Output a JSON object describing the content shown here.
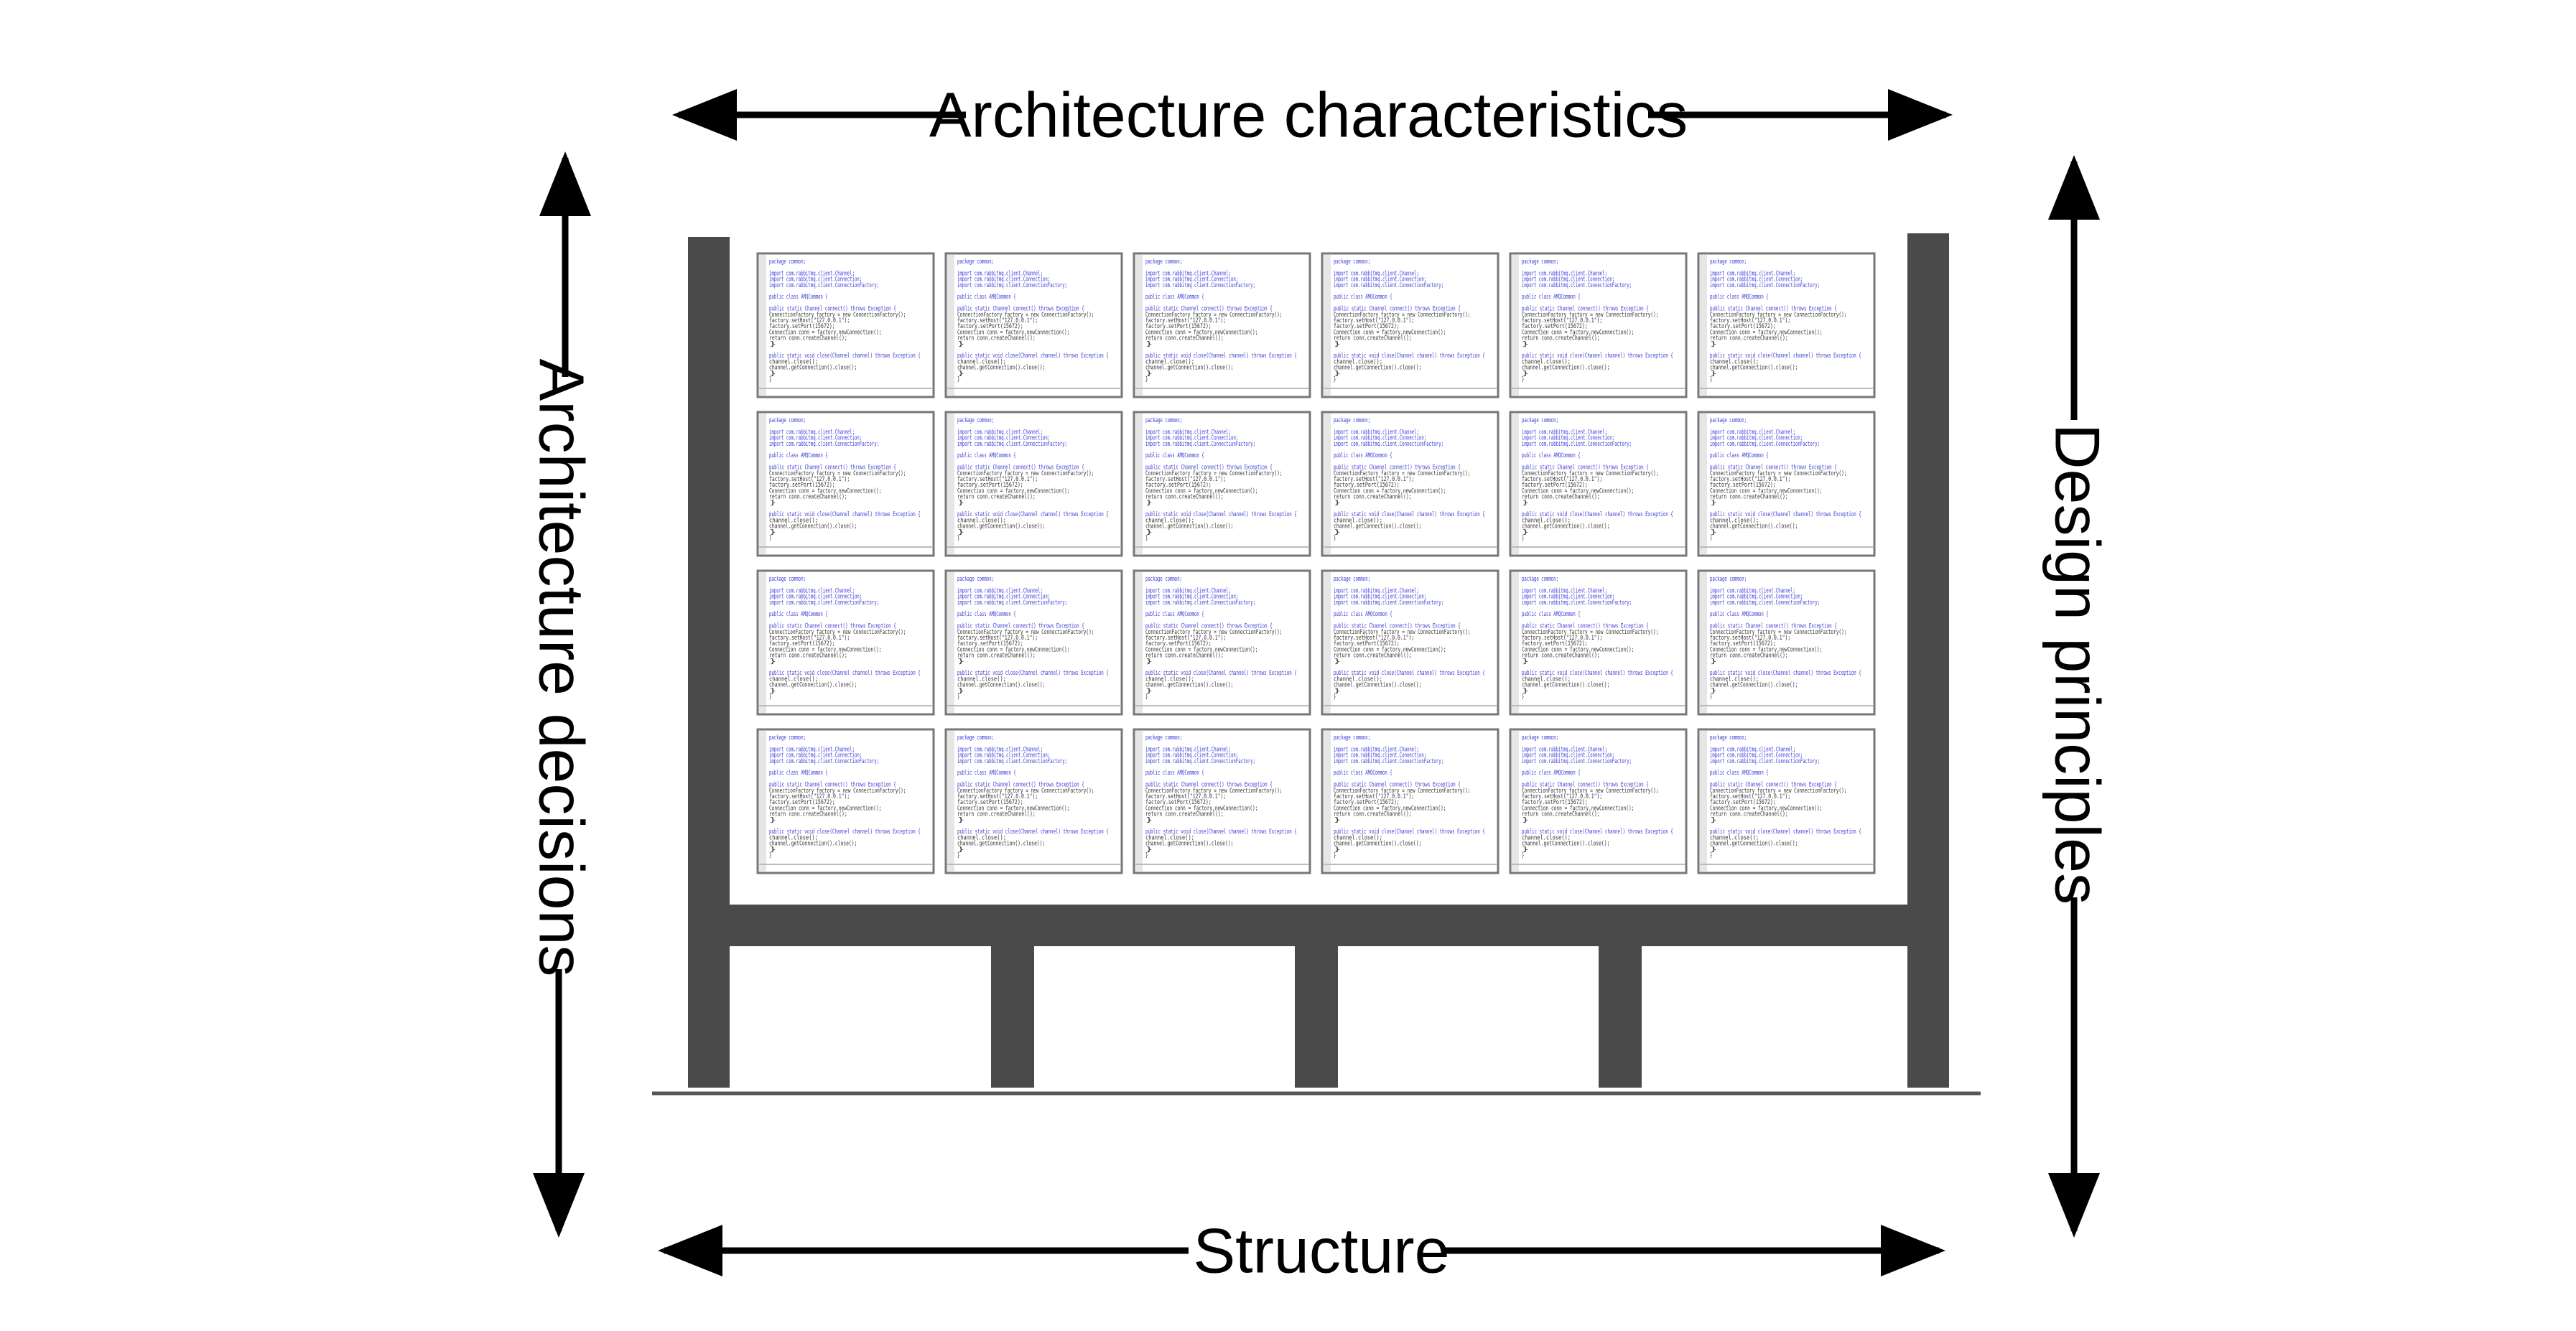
{
  "labels": {
    "top": "Architecture characteristics",
    "bottom": "Structure",
    "left": "Architecture decisions",
    "right": "Design principles"
  },
  "colors": {
    "frame": "#4a4a4a",
    "ground": "#555555",
    "arrow": "#000000",
    "code_keyword": "#3a3ad8",
    "code_plain": "#333333",
    "screen_border": "#777777",
    "screen_bg": "#ffffff",
    "gutter": "#e6e6e6"
  },
  "screens": {
    "rows": 4,
    "cols": 6,
    "code_lines": [
      {
        "text": "package common;",
        "color": "#3a3ad8"
      },
      {
        "text": "",
        "color": "#333333"
      },
      {
        "text": "import com.rabbitmq.client.Channel;",
        "color": "#3a3ad8"
      },
      {
        "text": "import com.rabbitmq.client.Connection;",
        "color": "#3a3ad8"
      },
      {
        "text": "import com.rabbitmq.client.ConnectionFactory;",
        "color": "#3a3ad8"
      },
      {
        "text": "",
        "color": "#333333"
      },
      {
        "text": "public class AMQCommon {",
        "color": "#3a3ad8"
      },
      {
        "text": "",
        "color": "#333333"
      },
      {
        "text": "  public static Channel connect() throws Exception {",
        "color": "#3a3ad8"
      },
      {
        "text": "    ConnectionFactory factory = new ConnectionFactory();",
        "color": "#333333"
      },
      {
        "text": "    factory.setHost(\"127.0.0.1\");",
        "color": "#333333"
      },
      {
        "text": "    factory.setPort(15672);",
        "color": "#333333"
      },
      {
        "text": "    Connection conn = factory.newConnection();",
        "color": "#333333"
      },
      {
        "text": "    return conn.createChannel();",
        "color": "#333333"
      },
      {
        "text": "  }",
        "color": "#333333"
      },
      {
        "text": "",
        "color": "#333333"
      },
      {
        "text": "  public static void close(Channel channel) throws Exception {",
        "color": "#3a3ad8"
      },
      {
        "text": "    channel.close();",
        "color": "#333333"
      },
      {
        "text": "    channel.getConnection().close();",
        "color": "#333333"
      },
      {
        "text": "  }",
        "color": "#333333"
      },
      {
        "text": "}",
        "color": "#333333"
      }
    ]
  }
}
